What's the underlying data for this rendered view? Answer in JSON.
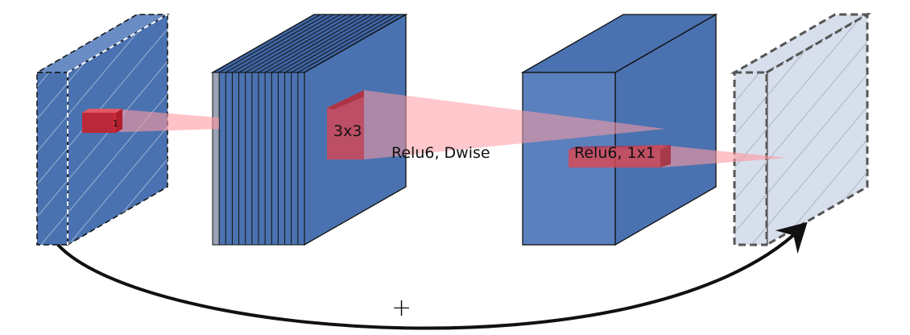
{
  "labels": {
    "input_channel": "1",
    "kernel_size": "3x3",
    "depthwise_op": "Relu6, Dwise",
    "pointwise_op": "Relu6, 1x1",
    "residual_add": "+"
  },
  "colors": {
    "block_blue": "#4a72b0",
    "block_blue_side": "#3e64a3",
    "block_blue_top": "#6a8cc4",
    "ghost_fill": "#d7dfec",
    "kernel_red": "#c8202e",
    "projection_pink": "#ff9aa2",
    "outline": "#111111"
  },
  "layers": [
    {
      "id": "input",
      "style": "hatched-dashed"
    },
    {
      "id": "expanded",
      "style": "stacked-slices",
      "slices": 14
    },
    {
      "id": "depthwise-output",
      "style": "solid"
    },
    {
      "id": "output",
      "style": "ghost-hatched-dashed"
    }
  ]
}
